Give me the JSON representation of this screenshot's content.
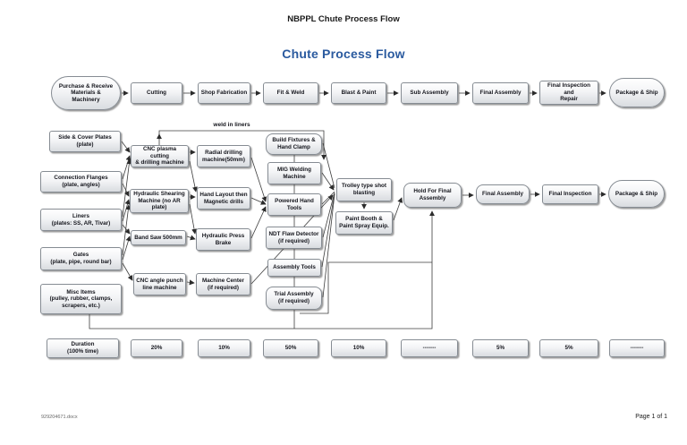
{
  "header": {
    "doc_title": "NBPPL Chute Process Flow"
  },
  "diagram": {
    "title": "Chute Process Flow",
    "annotation": "weld in liners",
    "top_row": [
      "Purchase & Receive\nMaterials &\nMachinery",
      "Cutting",
      "Shop Fabrication",
      "Fit & Weld",
      "Blast & Paint",
      "Sub Assembly",
      "Final Assembly",
      "Final Inspection and\nRepair",
      "Package & Ship"
    ],
    "materials": [
      "Side & Cover Plates\n(plate)",
      "Connection Flanges\n(plate, angles)",
      "Liners\n(plates: SS, AR, Tivar)",
      "Gates\n(plate, pipe, round bar)",
      "Misc Items\n(pulley, rubber, clamps,\nscrapers, etc.)"
    ],
    "cutting_machines": [
      "CNC plasma cutting\n& drilling machine",
      "Hydraulic Shearing\nMachine (no AR plate)",
      "Band Saw 500mm",
      "CNC angle punch\nline machine"
    ],
    "fabrication": [
      "Radial drilling\nmachine(50mm)",
      "Hand Layout then\nMagnetic drills",
      "Hydraulic Press\nBrake",
      "Machine Center\n(if required)"
    ],
    "assembly_tools": [
      "Build Fixtures &\nHand Clamp",
      "MIG Welding\nMachine",
      "Powered Hand\nTools",
      "NDT Flaw Detector\n(if required)",
      "Assembly Tools",
      "Trial Assembly\n(if required)"
    ],
    "finishing": [
      "Trolley type shot\nblasting",
      "Paint Booth &\nPaint Spray Equip."
    ],
    "final_steps": [
      "Hold For Final\nAssembly",
      "Final Assembly",
      "Final Inspection",
      "Package & Ship"
    ],
    "durations": [
      "Duration\n(100% time)",
      "20%",
      "10%",
      "50%",
      "10%",
      "-------",
      "5%",
      "5%",
      "-------"
    ]
  },
  "footer": {
    "left": "929204671.docx",
    "right": "Page 1 of 1"
  },
  "colors": {
    "title_blue": "#2a5a9f",
    "box_border": "#868c93",
    "line": "#3d3d3d"
  }
}
